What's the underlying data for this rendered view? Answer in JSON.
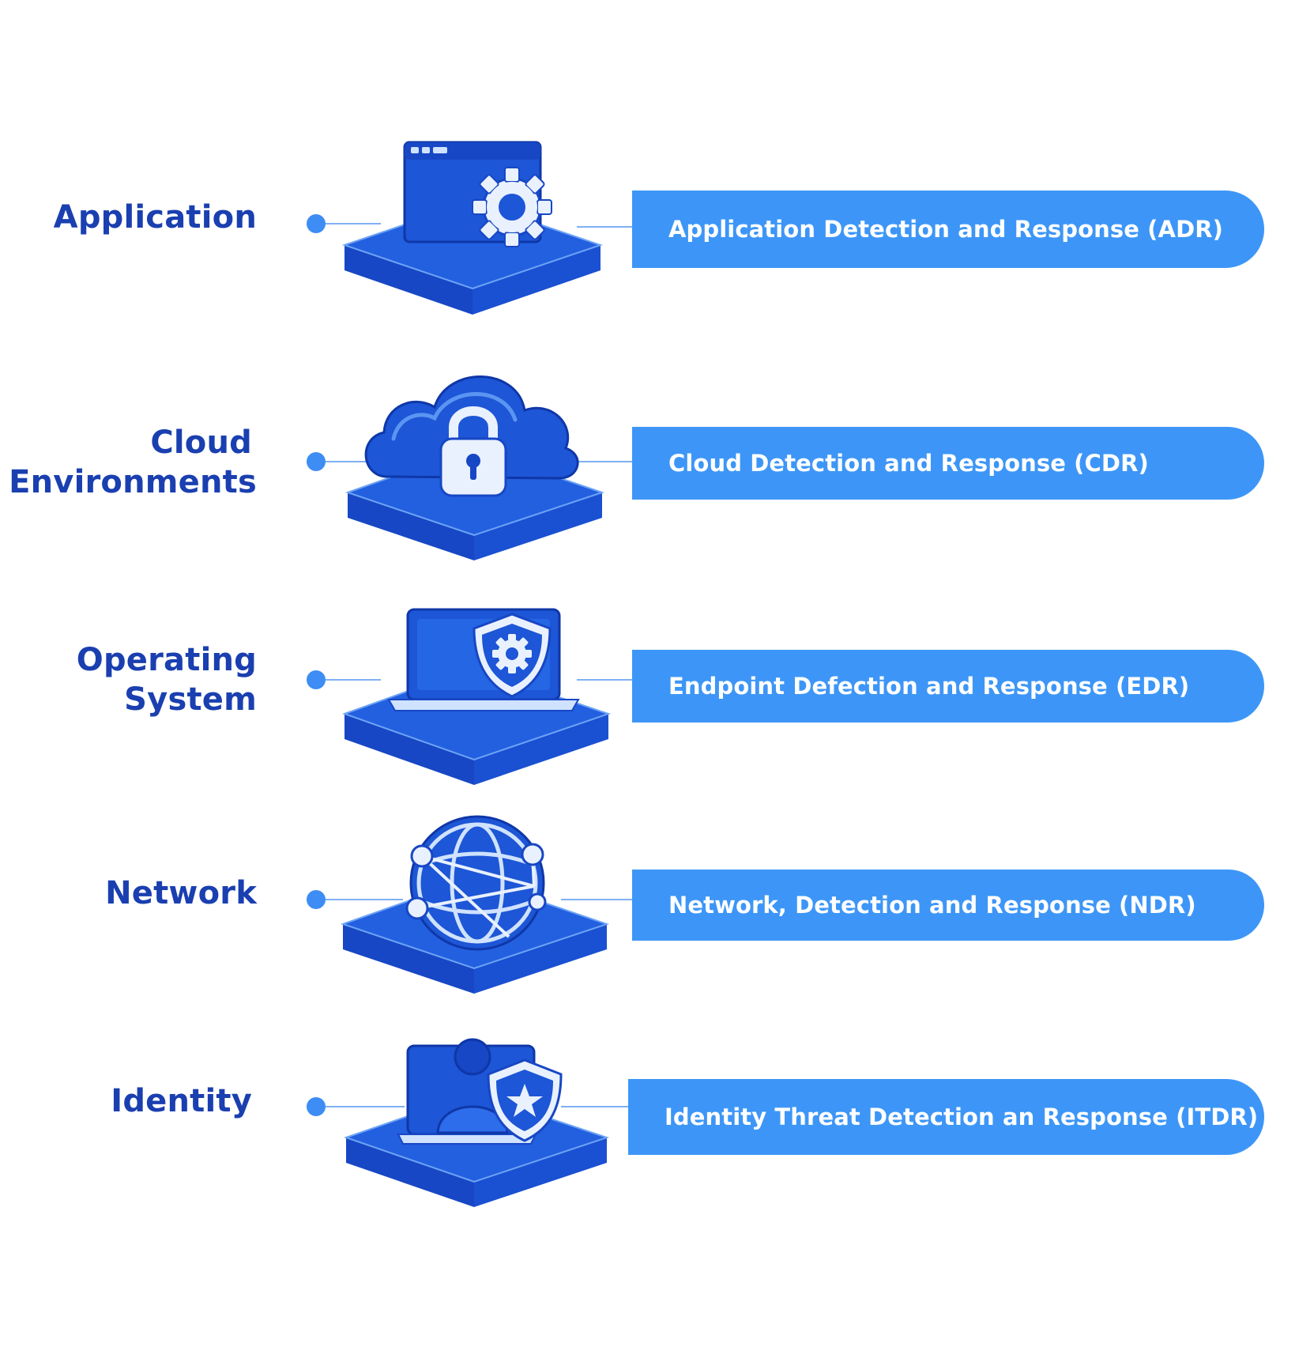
{
  "layers": [
    {
      "label_lines": [
        "Application"
      ],
      "pill_text": "Application Detection and Response (ADR)",
      "icon": "app-window-gear-icon"
    },
    {
      "label_lines": [
        "Cloud",
        "Environments"
      ],
      "pill_text": "Cloud Detection and Response (CDR)",
      "icon": "cloud-lock-icon"
    },
    {
      "label_lines": [
        "Operating",
        "System"
      ],
      "pill_text": "Endpoint Defection and Response (EDR)",
      "icon": "laptop-shield-icon"
    },
    {
      "label_lines": [
        "Network"
      ],
      "pill_text": "Network, Detection and Response (NDR)",
      "icon": "globe-network-icon"
    },
    {
      "label_lines": [
        "Identity"
      ],
      "pill_text": "Identity Threat Detection an Response (ITDR)",
      "icon": "user-shield-icon"
    }
  ],
  "colors": {
    "label": "#1a3fb0",
    "pill": "#3d96f7",
    "dot": "#3d8df5",
    "icon_dark": "#1747c4",
    "icon_mid": "#2360e0",
    "icon_light": "#cfe2ff"
  }
}
